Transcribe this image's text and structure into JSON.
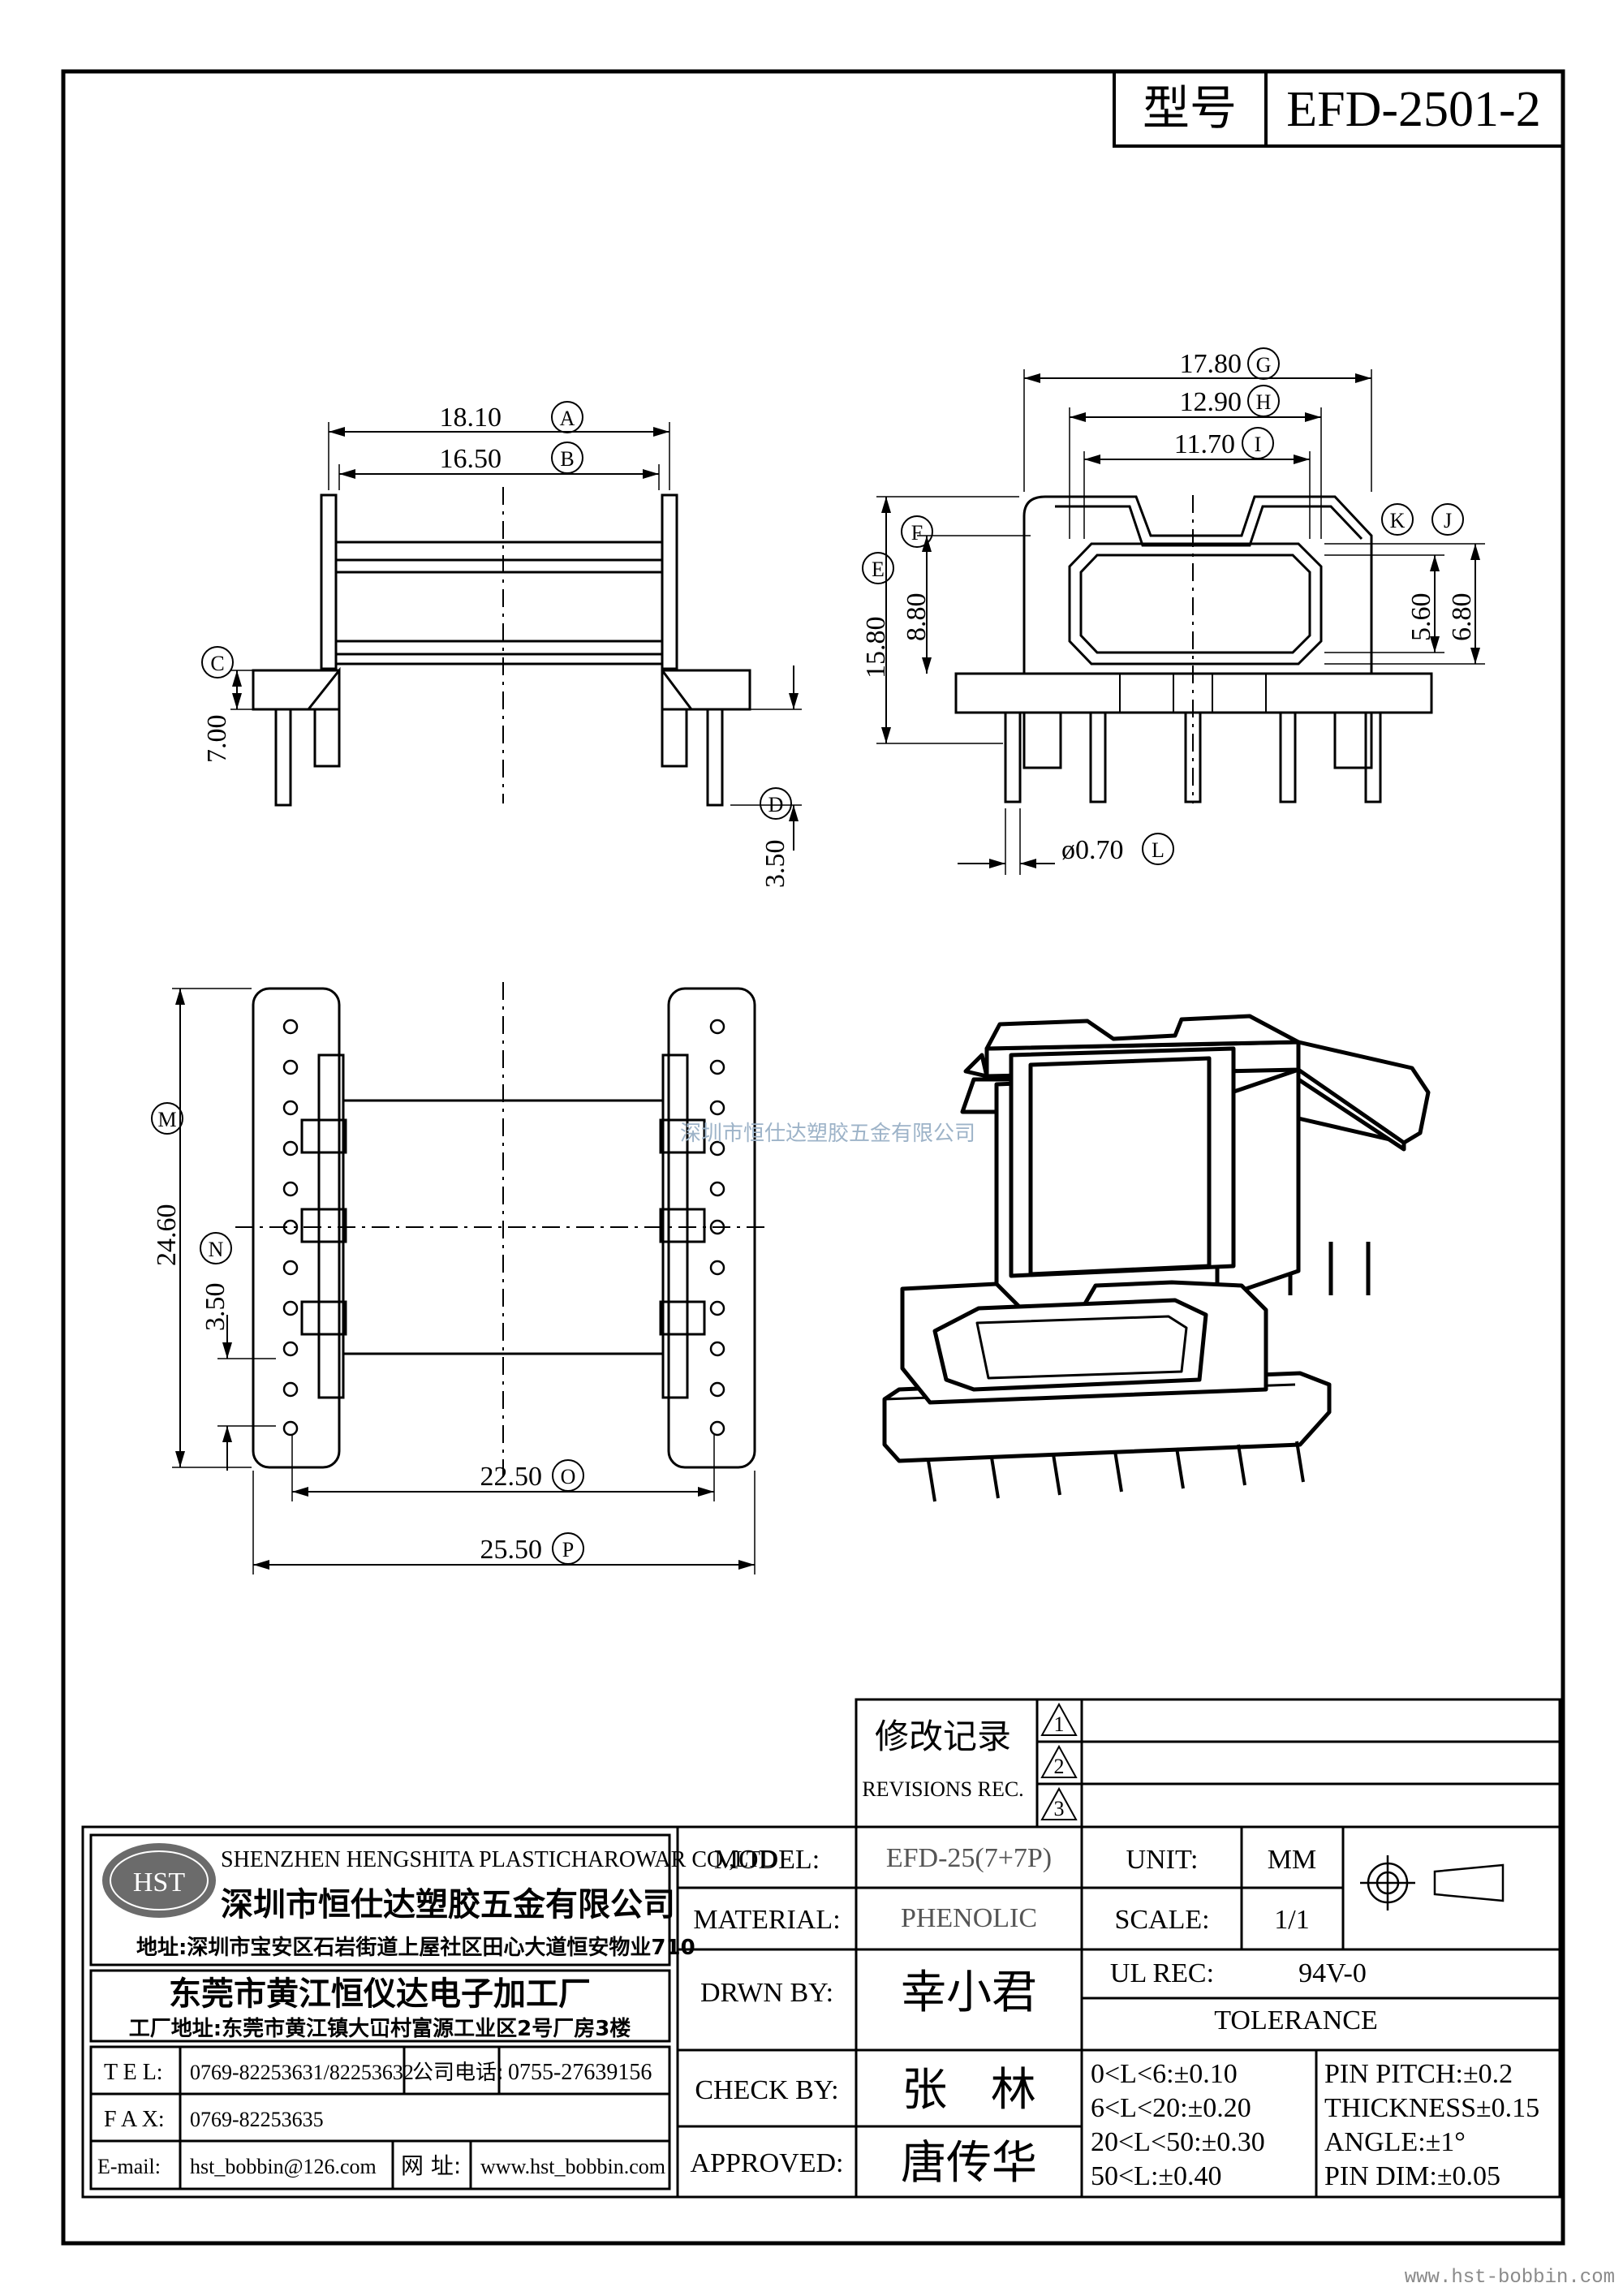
{
  "model_box": {
    "label": "型号",
    "value": "EFD-2501-2"
  },
  "dims": {
    "A": "18.10",
    "B": "16.50",
    "C": "7.00",
    "D": "3.50",
    "G": "17.80",
    "H": "12.90",
    "I": "11.70",
    "L": "ø0.70",
    "E": "15.80",
    "F": "8.80",
    "K": "5.60",
    "J": "6.80",
    "M": "24.60",
    "N": "3.50",
    "O": "22.50",
    "P": "25.50"
  },
  "dim_letters": [
    "A",
    "B",
    "C",
    "D",
    "E",
    "F",
    "G",
    "H",
    "I",
    "J",
    "K",
    "L",
    "M",
    "N",
    "O",
    "P"
  ],
  "watermark": "深圳市恒仕达塑胶五金有限公司",
  "revisions": {
    "title": "修改记录",
    "subtitle": "REVISIONS REC.",
    "marks": [
      "1",
      "2",
      "3"
    ]
  },
  "company": {
    "logo": "HST",
    "name_en": "SHENZHEN HENGSHITA PLASTICHAROWAR CO.,LTD",
    "name_cn": "深圳市恒仕达塑胶五金有限公司",
    "address": "地址:深圳市宝安区石岩街道上屋社区田心大道恒安物业710",
    "factory": "东莞市黄江恒仪达电子加工厂",
    "factory_address": "工厂地址:东莞市黄江镇大冚村富源工业区2号厂房3楼"
  },
  "contact": {
    "tel_label": "T E L:",
    "tel": "0769-82253631/82253632",
    "office_label": "公司电话:",
    "office": "0755-27639156",
    "fax_label": "F A X:",
    "fax": "0769-82253635",
    "email_label": "E-mail:",
    "email": "hst_bobbin@126.com",
    "web_label": "网 址:",
    "web": "www.hst_bobbin.com"
  },
  "title_block": {
    "model_label": "MODEL:",
    "model": "EFD-25(7+7P)",
    "unit_label": "UNIT:",
    "unit": "MM",
    "material_label": "MATERIAL:",
    "material": "PHENOLIC",
    "scale_label": "SCALE:",
    "scale": "1/1",
    "drawn_label": "DRWN BY:",
    "drawn": "幸小君",
    "ul_label": "UL REC:",
    "ul": "94V-0",
    "tolerance_label": "TOLERANCE",
    "check_label": "CHECK BY:",
    "check": "张   林",
    "approved_label": "APPROVED:",
    "approved": "唐传华",
    "tolerances": [
      "0<L<6:±0.10",
      "6<L<20:±0.20",
      "20<L<50:±0.30",
      "50<L:±0.40"
    ],
    "specs": [
      "PIN PITCH:±0.2",
      "THICKNESS±0.15",
      "ANGLE:±1°",
      "PIN DIM:±0.05"
    ]
  },
  "footer_url": "www.hst-bobbin.com"
}
